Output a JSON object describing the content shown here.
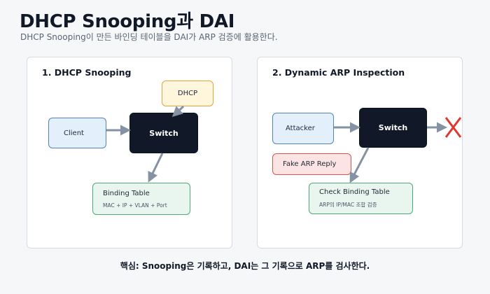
{
  "header": {
    "title": "DHCP Snooping과 DAI",
    "subtitle": "DHCP Snooping이 만든 바인딩 테이블을 DAI가 ARP 검증에 활용한다."
  },
  "left_panel": {
    "title": "1. DHCP Snooping",
    "dhcp": "DHCP",
    "client": "Client",
    "switch": "Switch",
    "binding_title": "Binding Table",
    "binding_sub": "MAC + IP + VLAN + Port"
  },
  "right_panel": {
    "title": "2. Dynamic ARP Inspection",
    "attacker": "Attacker",
    "switch": "Switch",
    "fake_arp": "Fake ARP Reply",
    "check_title": "Check Binding Table",
    "check_sub": "ARP의 IP/MAC 조합 검증"
  },
  "footer": {
    "summary": "핵심: Snooping은 기록하고, DAI는 그 기록으로 ARP를 검사한다."
  },
  "colors": {
    "arrow": "#8592a3",
    "block_mark": "#e0362c"
  }
}
